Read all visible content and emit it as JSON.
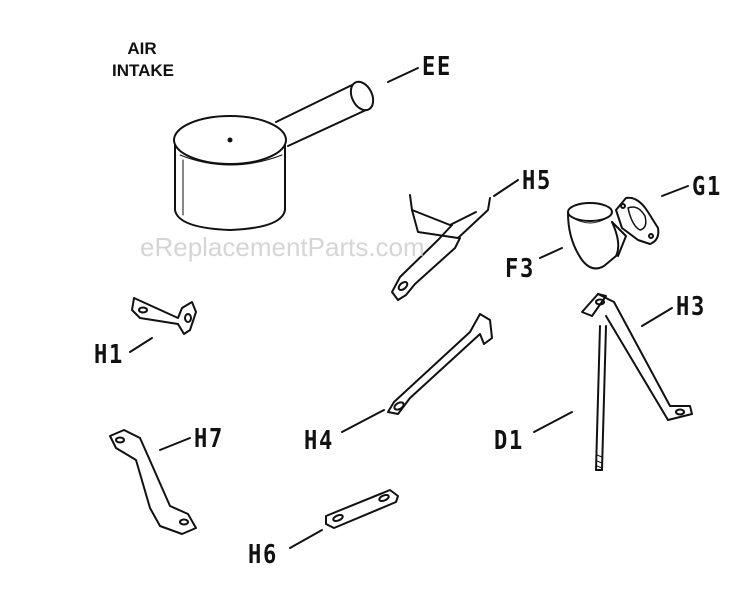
{
  "diagram": {
    "title_line1": "AIR",
    "title_line2": "INTAKE",
    "watermark": "eReplacementParts.com",
    "callouts": {
      "ee": "EE",
      "h5": "H5",
      "g1": "G1",
      "f3": "F3",
      "h3": "H3",
      "h1": "H1",
      "h4": "H4",
      "d1": "D1",
      "h7": "H7",
      "h6": "H6"
    }
  }
}
